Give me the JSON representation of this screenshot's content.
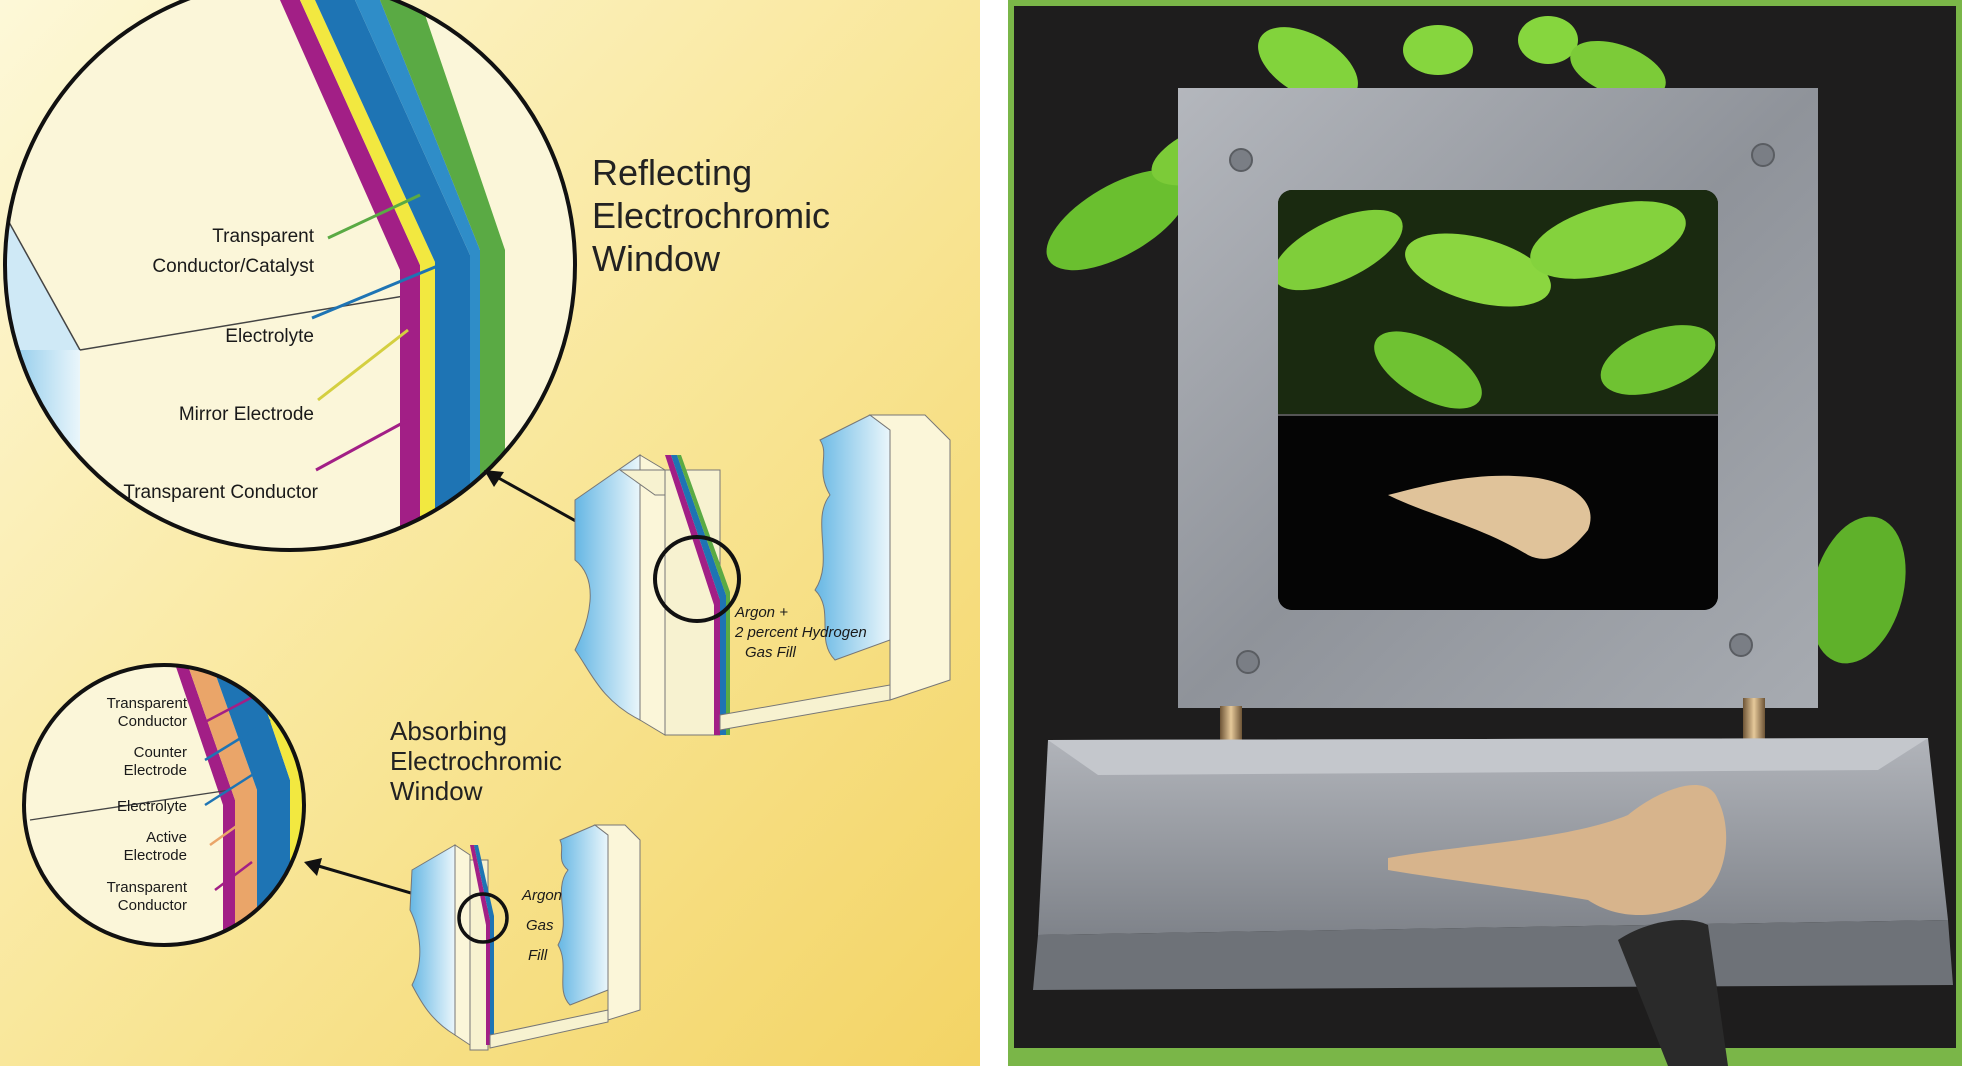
{
  "reflecting": {
    "title_lines": [
      "Reflecting",
      "Electrochromic",
      "Window"
    ],
    "labels": {
      "conductor_catalyst_1": "Transparent",
      "conductor_catalyst_2": "Conductor/Catalyst",
      "electrolyte": "Electrolyte",
      "mirror": "Mirror Electrode",
      "transparent_conductor": "Transparent Conductor"
    },
    "gas_fill": [
      "Argon +",
      "2 percent Hydrogen",
      "Gas Fill"
    ]
  },
  "absorbing": {
    "title_lines": [
      "Absorbing",
      "Electrochromic",
      "Window"
    ],
    "labels": {
      "tc_top_1": "Transparent",
      "tc_top_2": "Conductor",
      "counter_1": "Counter",
      "counter_2": "Electrode",
      "electrolyte": "Electrolyte",
      "active_1": "Active",
      "active_2": "Electrode",
      "tc_bottom_1": "Transparent",
      "tc_bottom_2": "Conductor"
    },
    "gas_fill": [
      "Argon",
      "Gas",
      "Fill"
    ]
  },
  "colors": {
    "background_gradient": [
      "#fdf8d6",
      "#f4d66a"
    ],
    "layer_magenta": "#a21f86",
    "layer_yellow": "#f2e840",
    "layer_blue": "#1e74b4",
    "layer_green": "#5aaa44",
    "layer_orange": "#eaa569",
    "photo_background": "#1e1d1d",
    "photo_frame": "#8f939a",
    "photo_border": "#7ab648"
  }
}
